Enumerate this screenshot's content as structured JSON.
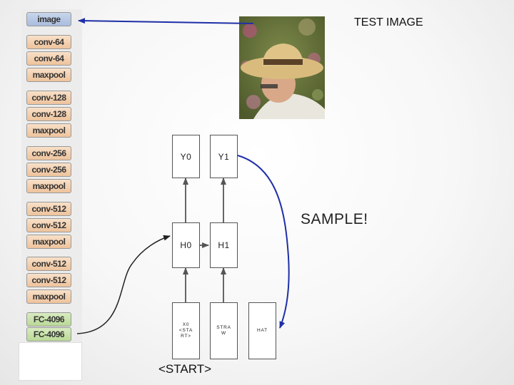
{
  "cnn": {
    "layers": [
      "image",
      "conv-64",
      "conv-64",
      "maxpool",
      "conv-128",
      "conv-128",
      "maxpool",
      "conv-256",
      "conv-256",
      "maxpool",
      "conv-512",
      "conv-512",
      "maxpool",
      "conv-512",
      "conv-512",
      "maxpool",
      "FC-4096",
      "FC-4096"
    ]
  },
  "labels": {
    "test_image": "TEST IMAGE",
    "sample": "SAMPLE!",
    "start": "<START>"
  },
  "rnn": {
    "outputs": [
      "Y0",
      "Y1"
    ],
    "hidden": [
      "H0",
      "H1"
    ],
    "inputs": [
      {
        "line1": "X0",
        "line2": "<STA",
        "line3": "RT>"
      },
      {
        "line1": "STRA",
        "line2": "W"
      },
      {
        "line1": "HAT"
      }
    ]
  },
  "colors": {
    "arrow_blue": "#1f2fa8",
    "arrow_dark": "#222222",
    "image_layer": "#b5c6e4",
    "conv_layer": "#f2cda9",
    "fc_layer": "#c6e1a6"
  }
}
